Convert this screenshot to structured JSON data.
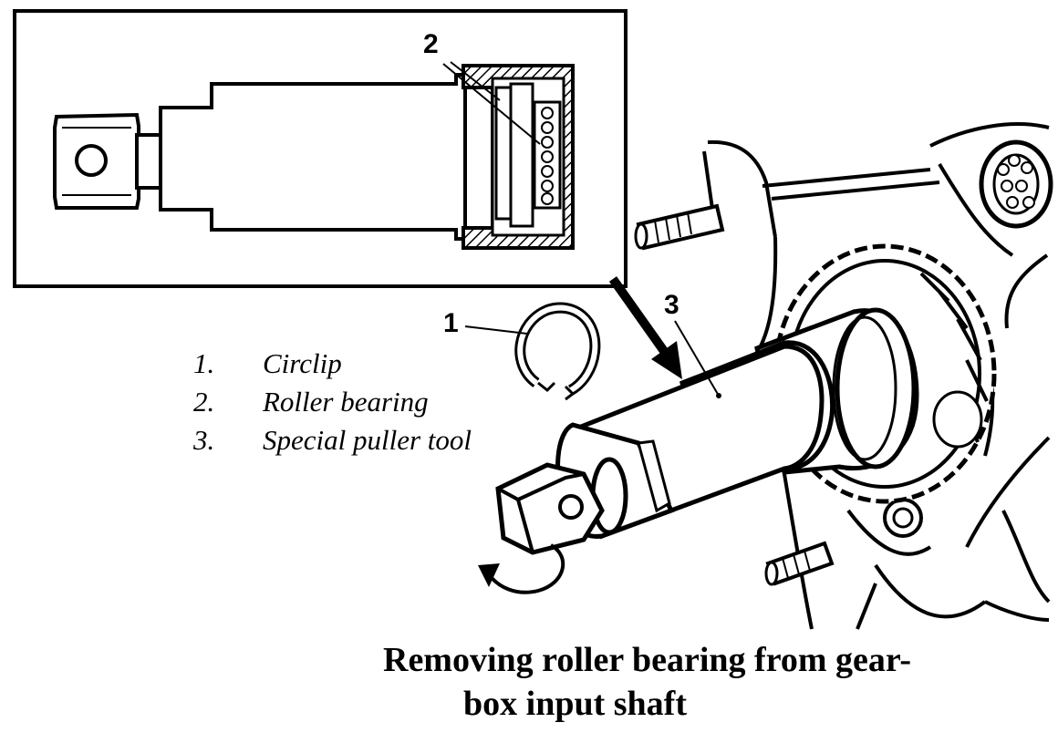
{
  "callouts": {
    "one": "1",
    "two": "2",
    "three": "3"
  },
  "legend": [
    {
      "num": "1.",
      "text": "Circlip"
    },
    {
      "num": "2.",
      "text": "Roller bearing"
    },
    {
      "num": "3.",
      "text": "Special puller tool"
    }
  ],
  "caption": {
    "line1": "Removing roller bearing from gear-",
    "line2": "box input shaft"
  },
  "colors": {
    "ink": "#000000",
    "paper": "#ffffff"
  }
}
